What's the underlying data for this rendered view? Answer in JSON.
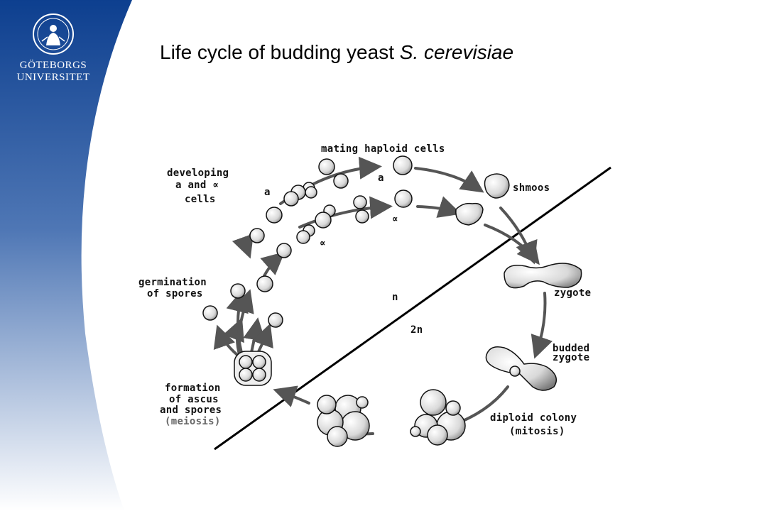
{
  "branding": {
    "logo_icon": "university-seal-icon",
    "logo_line1": "GÖTEBORGS",
    "logo_line2": "UNIVERSITET"
  },
  "slide": {
    "title_main": "Life cycle of budding yeast ",
    "title_species": "S. cerevisiae"
  },
  "diagram": {
    "labels": {
      "mating_haploid_cells": "mating haploid cells",
      "developing_l1": "developing",
      "developing_l2": "a and ∝",
      "developing_l3": "cells",
      "shmoos": "shmoos",
      "zygote": "zygote",
      "budded_l1": "budded",
      "budded_l2": "zygote",
      "germination_l1": "germination",
      "germination_l2": "of spores",
      "n": "n",
      "two_n": "2n",
      "formation_l1": "formation",
      "formation_l2": "of ascus",
      "formation_l3": "and spores",
      "formation_l4": "(meiosis)",
      "diploid_l1": "diploid colony",
      "diploid_l2": "(mitosis)",
      "mating_a_1": "a",
      "mating_a_2": "a",
      "mating_alpha_1": "∝",
      "mating_alpha_2": "∝"
    },
    "colors": {
      "sidebar_top": "#0d3f8f",
      "sidebar_bottom": "#ffffff",
      "arrow": "#555555",
      "cell_fill": "#f2f2f2",
      "cell_stroke": "#111111"
    }
  }
}
